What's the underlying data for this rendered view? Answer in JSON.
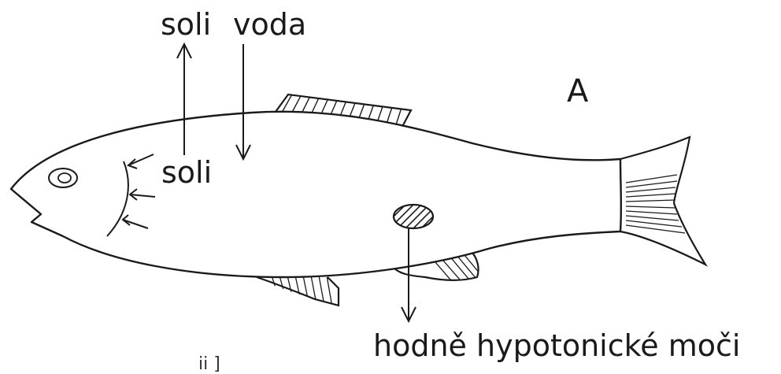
{
  "diagram": {
    "panel_letter": "A",
    "labels": {
      "salts_out": "soli",
      "water_in": "voda",
      "salts_in": "soli",
      "urine": "hodně hypotonické moči"
    },
    "bottom_text_fragment": "ii   ]"
  }
}
